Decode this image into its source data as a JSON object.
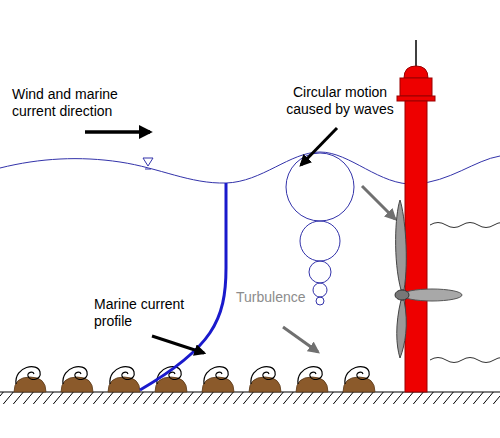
{
  "diagram": {
    "labels": [
      "Wind and marine current direction",
      "Circular motion caused by waves",
      "Marine current profile",
      "Turbulence"
    ]
  }
}
